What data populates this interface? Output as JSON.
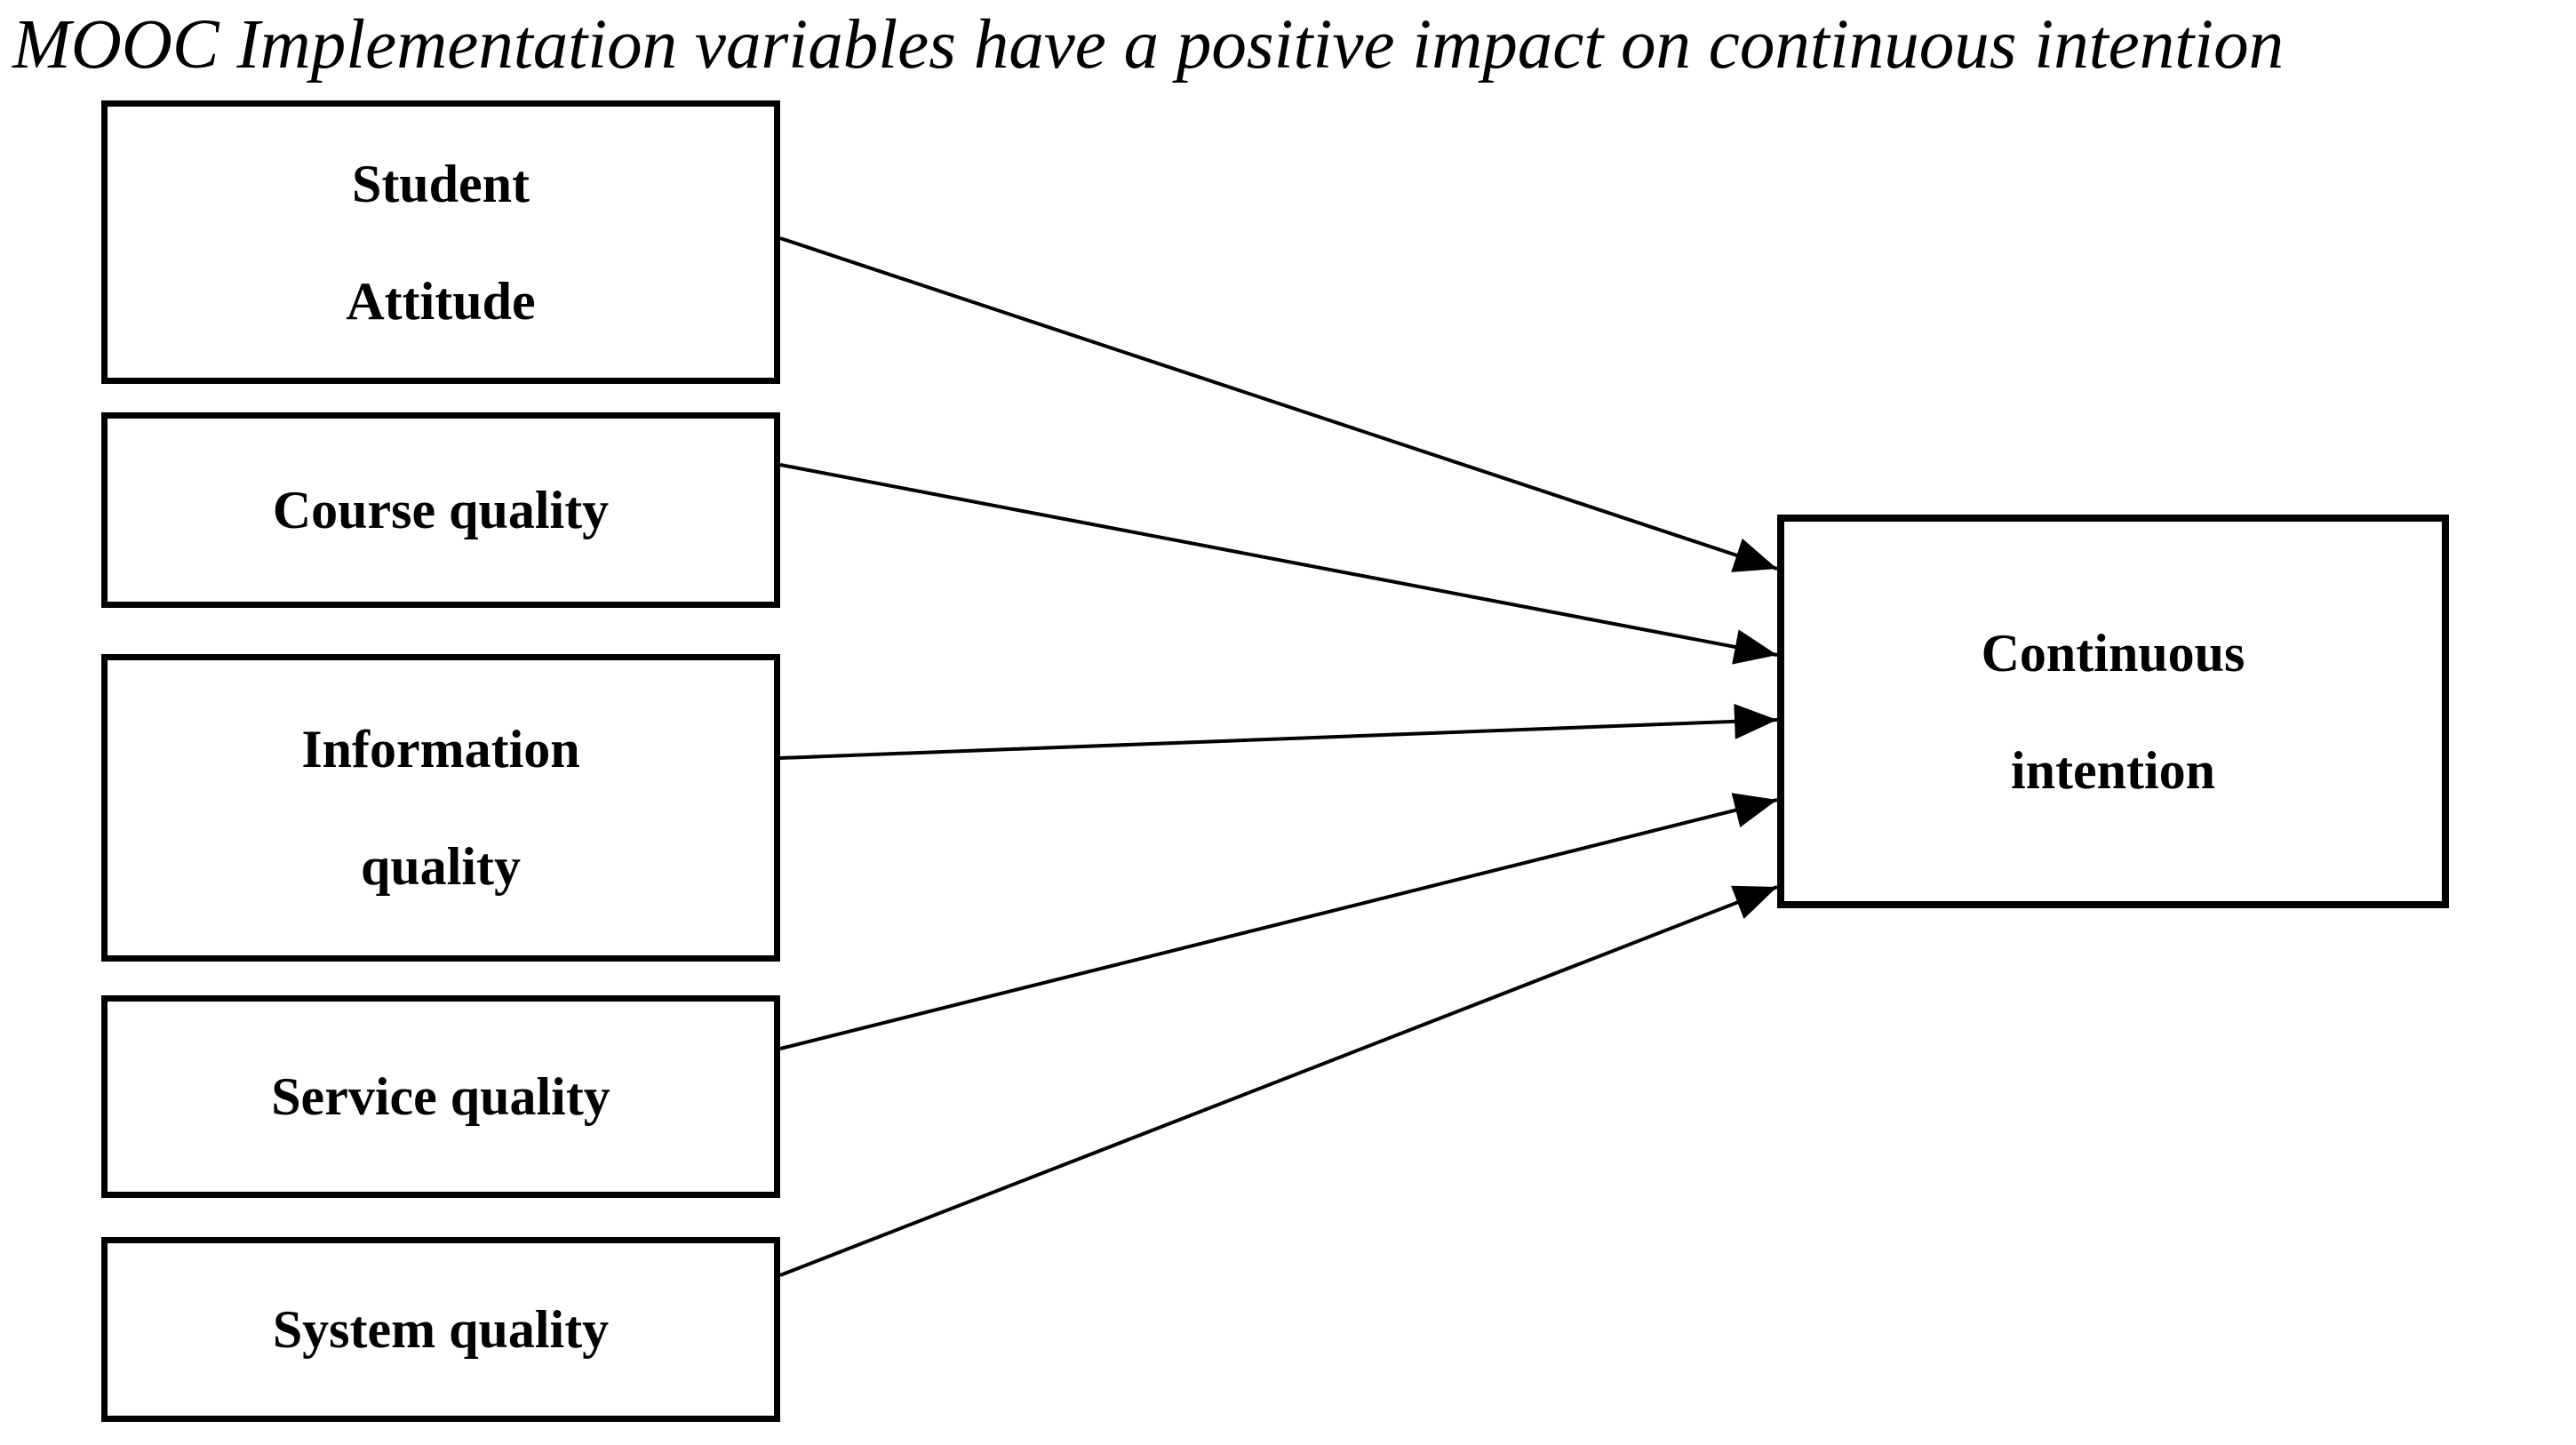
{
  "title": "MOOC Implementation variables have a positive impact on continuous intention",
  "colors": {
    "background": "#ffffff",
    "box_border": "#000000",
    "text": "#000000",
    "arrow": "#000000"
  },
  "diagram": {
    "source_boxes": [
      {
        "label": "Student Attitude",
        "lines": [
          "Student",
          "Attitude"
        ]
      },
      {
        "label": "Course quality",
        "lines": [
          "Course quality"
        ]
      },
      {
        "label": "Information quality",
        "lines": [
          "Information",
          "quality"
        ]
      },
      {
        "label": "Service quality",
        "lines": [
          "Service quality"
        ]
      },
      {
        "label": "System quality",
        "lines": [
          "System quality"
        ]
      }
    ],
    "target_box": {
      "label": "Continuous intention",
      "lines": [
        "Continuous",
        "intention"
      ]
    },
    "arrows": [
      {
        "from": "Student Attitude",
        "to": "Continuous intention"
      },
      {
        "from": "Course quality",
        "to": "Continuous intention"
      },
      {
        "from": "Information quality",
        "to": "Continuous intention"
      },
      {
        "from": "Service quality",
        "to": "Continuous intention"
      },
      {
        "from": "System quality",
        "to": "Continuous intention"
      }
    ]
  }
}
